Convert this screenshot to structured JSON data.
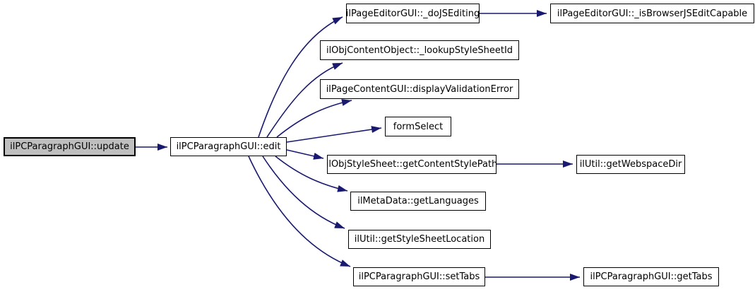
{
  "diagram": {
    "type": "call-graph",
    "colors": {
      "edge": "#191970",
      "node_border": "#000000",
      "node_fill": "#ffffff",
      "highlight_fill": "#bfbfbf",
      "text": "#000000",
      "background": "#ffffff"
    },
    "nodes": [
      {
        "id": "update",
        "label": "ilPCParagraphGUI::update",
        "highlighted": true
      },
      {
        "id": "edit",
        "label": "ilPCParagraphGUI::edit",
        "highlighted": false
      },
      {
        "id": "doJSEditing",
        "label": "ilPageEditorGUI::_doJSEditing",
        "highlighted": false
      },
      {
        "id": "isBrowserJSEditCapable",
        "label": "ilPageEditorGUI::_isBrowserJSEditCapable",
        "highlighted": false
      },
      {
        "id": "lookupStyleSheetId",
        "label": "ilObjContentObject::_lookupStyleSheetId",
        "highlighted": false
      },
      {
        "id": "displayValidationError",
        "label": "ilPageContentGUI::displayValidationError",
        "highlighted": false
      },
      {
        "id": "formSelect",
        "label": "formSelect",
        "highlighted": false
      },
      {
        "id": "getContentStylePath",
        "label": "ilObjStyleSheet::getContentStylePath",
        "highlighted": false
      },
      {
        "id": "getWebspaceDir",
        "label": "ilUtil::getWebspaceDir",
        "highlighted": false
      },
      {
        "id": "getLanguages",
        "label": "ilMetaData::getLanguages",
        "highlighted": false
      },
      {
        "id": "getStyleSheetLocation",
        "label": "ilUtil::getStyleSheetLocation",
        "highlighted": false
      },
      {
        "id": "setTabs",
        "label": "ilPCParagraphGUI::setTabs",
        "highlighted": false
      },
      {
        "id": "getTabs",
        "label": "ilPCParagraphGUI::getTabs",
        "highlighted": false
      }
    ],
    "edges": [
      {
        "from": "update",
        "to": "edit"
      },
      {
        "from": "edit",
        "to": "doJSEditing"
      },
      {
        "from": "edit",
        "to": "lookupStyleSheetId"
      },
      {
        "from": "edit",
        "to": "displayValidationError"
      },
      {
        "from": "edit",
        "to": "formSelect"
      },
      {
        "from": "edit",
        "to": "getContentStylePath"
      },
      {
        "from": "edit",
        "to": "getLanguages"
      },
      {
        "from": "edit",
        "to": "getStyleSheetLocation"
      },
      {
        "from": "edit",
        "to": "setTabs"
      },
      {
        "from": "doJSEditing",
        "to": "isBrowserJSEditCapable"
      },
      {
        "from": "getContentStylePath",
        "to": "getWebspaceDir"
      },
      {
        "from": "setTabs",
        "to": "getTabs"
      }
    ]
  }
}
